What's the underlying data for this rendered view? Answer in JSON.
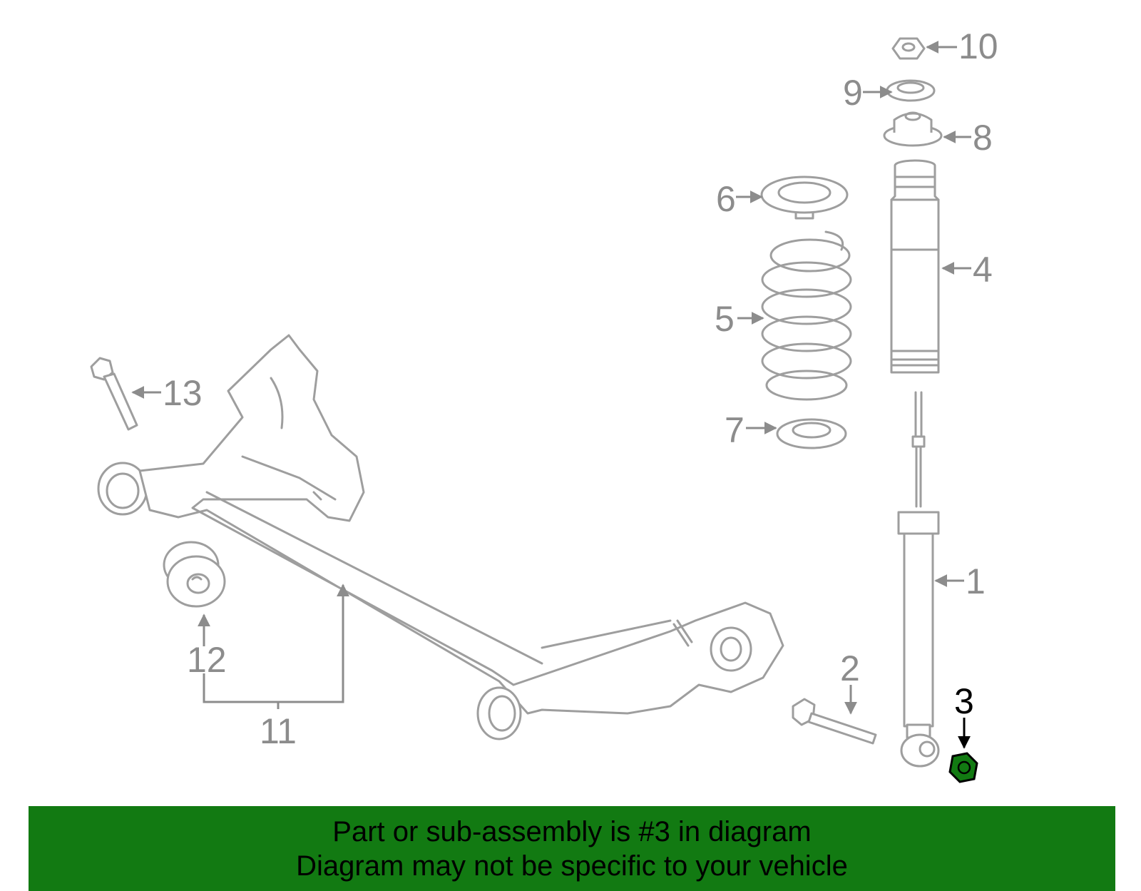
{
  "diagram": {
    "callouts": [
      {
        "id": "1",
        "label": "1"
      },
      {
        "id": "2",
        "label": "2"
      },
      {
        "id": "3",
        "label": "3"
      },
      {
        "id": "4",
        "label": "4"
      },
      {
        "id": "5",
        "label": "5"
      },
      {
        "id": "6",
        "label": "6"
      },
      {
        "id": "7",
        "label": "7"
      },
      {
        "id": "8",
        "label": "8"
      },
      {
        "id": "9",
        "label": "9"
      },
      {
        "id": "10",
        "label": "10"
      },
      {
        "id": "11",
        "label": "11"
      },
      {
        "id": "12",
        "label": "12"
      },
      {
        "id": "13",
        "label": "13"
      }
    ],
    "highlighted_part": "3"
  },
  "banner": {
    "line1": "Part or sub-assembly is #3 in diagram",
    "line2": "Diagram may not be specific to your vehicle"
  },
  "colors": {
    "banner_bg": "#127a12",
    "highlight": "#127a12",
    "part_stroke": "#9e9e9e",
    "callout_text": "#8c8c8c"
  }
}
